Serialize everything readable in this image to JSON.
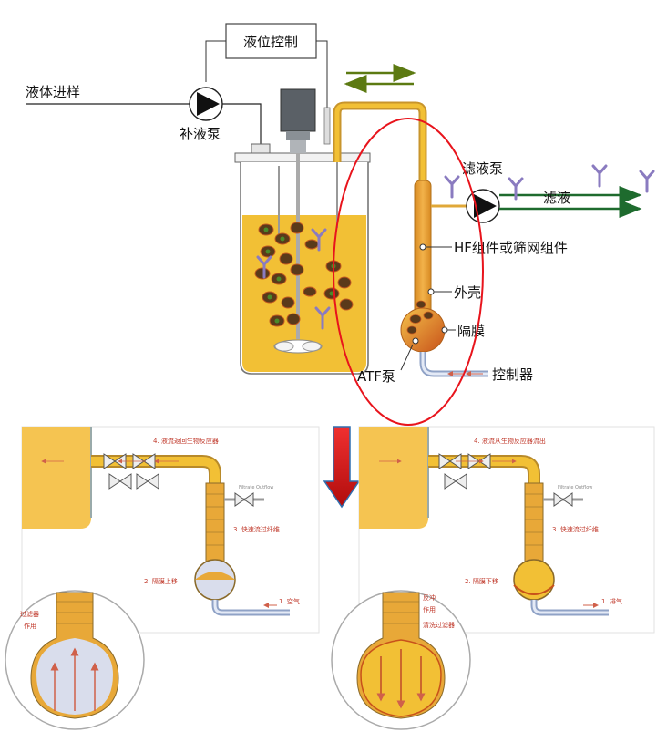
{
  "top": {
    "level_control": "液位控制",
    "liquid_inlet": "液体进样",
    "feed_pump": "补液泵",
    "filtrate_pump": "滤液泵",
    "filtrate": "滤液",
    "hf_module": "HF组件或筛网组件",
    "housing": "外壳",
    "diaphragm": "隔膜",
    "atf_pump": "ATF泵",
    "controller": "控制器"
  },
  "left_panel": {
    "step4": "4. 液流返回生物反应器",
    "step3": "3. 快速流过纤维",
    "step2": "2. 隔膜上移",
    "step1": "1. 空气",
    "valve_label": "Filtrate Outflow",
    "inset_label_1": "过滤器",
    "inset_label_2": "作用"
  },
  "right_panel": {
    "step4": "4. 液流从生物反应器流出",
    "step3": "3. 快速流过纤维",
    "step2": "2. 隔膜下移",
    "step1": "1. 排气",
    "valve_label": "Filtrate Outflow",
    "inset_label_1": "反冲",
    "inset_label_2": "作用",
    "inset_label_3": "清洗过滤器"
  },
  "colors": {
    "medium": "#F2C035",
    "medium_light": "#F8D98A",
    "tube": "#E8A838",
    "ellipse": "#E8141C",
    "arrow_green": "#1E6B2E",
    "arrow_olive": "#5C7A12",
    "down_arrow": "#E01A1A"
  }
}
